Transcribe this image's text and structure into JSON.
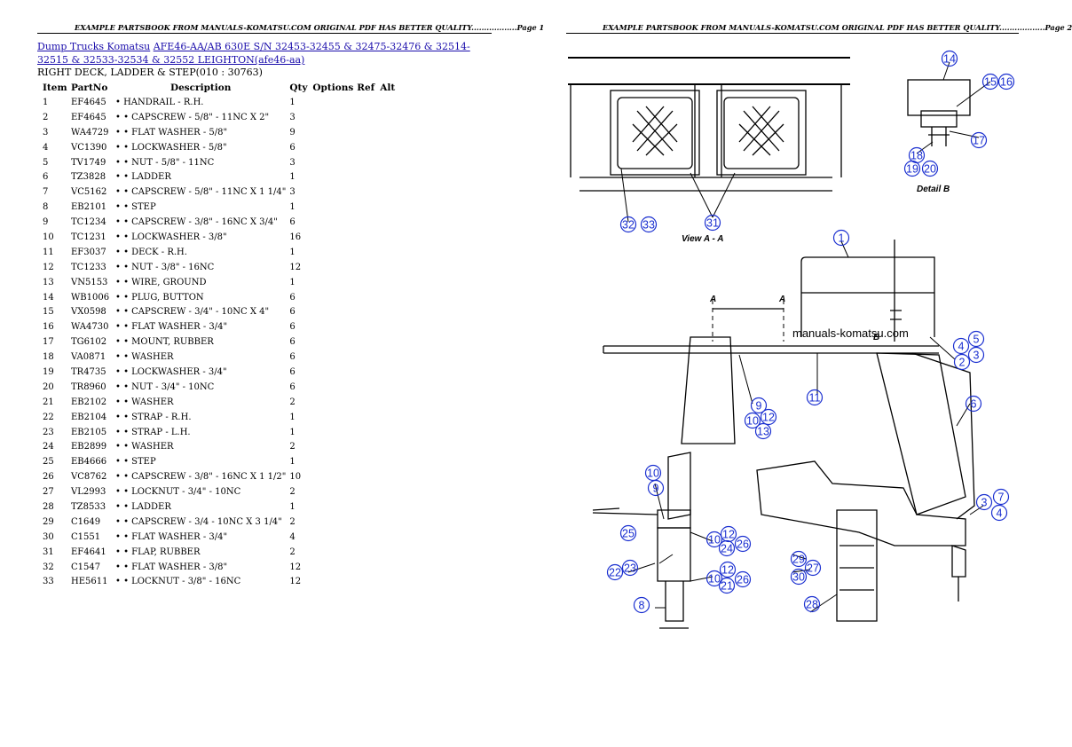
{
  "header": {
    "page1": "EXAMPLE PARTSBOOK FROM MANUALS-KOMATSU.COM ORIGINAL PDF HAS BETTER QUALITY..................Page 1",
    "page2": "EXAMPLE PARTSBOOK FROM MANUALS-KOMATSU.COM ORIGINAL PDF HAS BETTER QUALITY..................Page 2"
  },
  "breadcrumb": {
    "link1": "Dump Trucks Komatsu",
    "link2": "AFE46-AA/AB 630E S/N  32453-32455 & 32475-32476 & 32514-32515 & 32533-32534 & 32552 LEIGHTON(afe46-aa)"
  },
  "subtitle": "RIGHT DECK, LADDER & STEP(010 : 30763)",
  "table": {
    "headers": [
      "Item",
      "PartNo",
      "Description",
      "Qty",
      "Options",
      "Ref",
      "Alt"
    ],
    "rows": [
      [
        "1",
        "EF4645",
        "• HANDRAIL - R.H.",
        "1"
      ],
      [
        "2",
        "EF4645",
        "• • CAPSCREW - 5/8\" - 11NC X 2\"",
        "3"
      ],
      [
        "3",
        "WA4729",
        "• • FLAT WASHER - 5/8\"",
        "9"
      ],
      [
        "4",
        "VC1390",
        "• • LOCKWASHER - 5/8\"",
        "6"
      ],
      [
        "5",
        "TV1749",
        "• • NUT - 5/8\" - 11NC",
        "3"
      ],
      [
        "6",
        "TZ3828",
        "• • LADDER",
        "1"
      ],
      [
        "7",
        "VC5162",
        "• • CAPSCREW - 5/8\" - 11NC X 1 1/4\"",
        "3"
      ],
      [
        "8",
        "EB2101",
        "• • STEP",
        "1"
      ],
      [
        "9",
        "TC1234",
        "• • CAPSCREW - 3/8\" - 16NC X 3/4\"",
        "6"
      ],
      [
        "10",
        "TC1231",
        "• • LOCKWASHER - 3/8\"",
        "16"
      ],
      [
        "11",
        "EF3037",
        "• • DECK - R.H.",
        "1"
      ],
      [
        "12",
        "TC1233",
        "• • NUT - 3/8\" - 16NC",
        "12"
      ],
      [
        "13",
        "VN5153",
        "• • WIRE, GROUND",
        "1"
      ],
      [
        "14",
        "WB1006",
        "• • PLUG, BUTTON",
        "6"
      ],
      [
        "15",
        "VX0598",
        "• • CAPSCREW - 3/4\" - 10NC X 4\"",
        "6"
      ],
      [
        "16",
        "WA4730",
        "• • FLAT WASHER - 3/4\"",
        "6"
      ],
      [
        "17",
        "TG6102",
        "• • MOUNT, RUBBER",
        "6"
      ],
      [
        "18",
        "VA0871",
        "• • WASHER",
        "6"
      ],
      [
        "19",
        "TR4735",
        "• • LOCKWASHER - 3/4\"",
        "6"
      ],
      [
        "20",
        "TR8960",
        "• • NUT - 3/4\" - 10NC",
        "6"
      ],
      [
        "21",
        "EB2102",
        "• • WASHER",
        "2"
      ],
      [
        "22",
        "EB2104",
        "• • STRAP - R.H.",
        "1"
      ],
      [
        "23",
        "EB2105",
        "• • STRAP - L.H.",
        "1"
      ],
      [
        "24",
        "EB2899",
        "• • WASHER",
        "2"
      ],
      [
        "25",
        "EB4666",
        "• • STEP",
        "1"
      ],
      [
        "26",
        "VC8762",
        "• • CAPSCREW - 3/8\" - 16NC X 1 1/2\"",
        "10"
      ],
      [
        "27",
        "VL2993",
        "• • LOCKNUT - 3/4\" - 10NC",
        "2"
      ],
      [
        "28",
        "TZ8533",
        "• • LADDER",
        "1"
      ],
      [
        "29",
        "C1649",
        "• • CAPSCREW - 3/4 - 10NC X 3 1/4\"",
        "2"
      ],
      [
        "30",
        "C1551",
        "• • FLAT WASHER - 3/4\"",
        "4"
      ],
      [
        "31",
        "EF4641",
        "• • FLAP, RUBBER",
        "2"
      ],
      [
        "32",
        "C1547",
        "• • FLAT WASHER - 3/8\"",
        "12"
      ],
      [
        "33",
        "HE5611",
        "• • LOCKNUT - 3/8\" - 16NC",
        "12"
      ]
    ]
  },
  "diagram": {
    "labels": {
      "view": "View A - A",
      "detail": "Detail B",
      "section_a1": "A",
      "section_a2": "A",
      "point_b": "B",
      "watermark": "manuals-komatsu.com"
    },
    "callouts": [
      "14",
      "15",
      "16",
      "17",
      "18",
      "19",
      "20",
      "32",
      "33",
      "31",
      "1",
      "9",
      "10",
      "12",
      "13",
      "11",
      "4",
      "5",
      "2",
      "3",
      "6",
      "3",
      "7",
      "4",
      "10",
      "9",
      "25",
      "10",
      "12",
      "24",
      "26",
      "22",
      "23",
      "12",
      "10",
      "21",
      "26",
      "8",
      "29",
      "27",
      "30",
      "28"
    ]
  }
}
